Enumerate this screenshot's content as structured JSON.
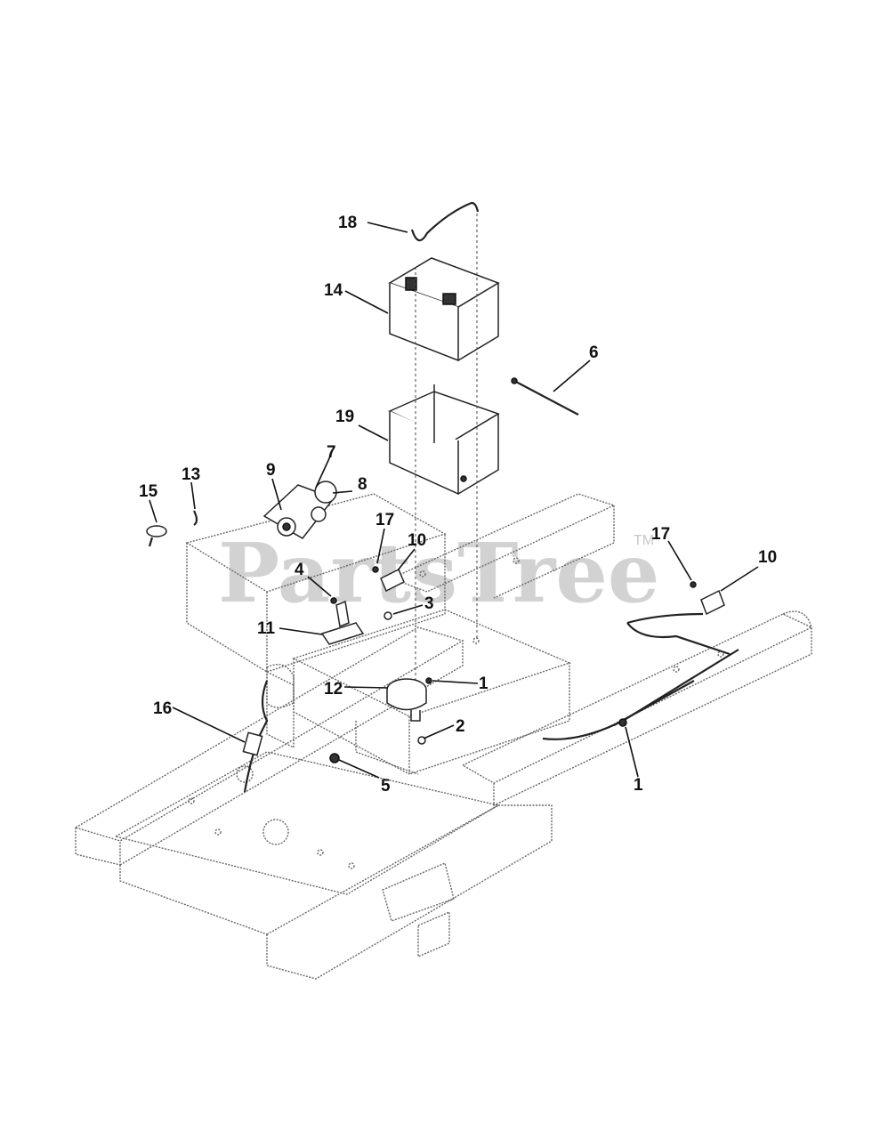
{
  "watermark": {
    "text": "PartsTree",
    "trademark": "TM"
  },
  "callouts": [
    {
      "id": "c18",
      "label": "18",
      "part": "battery-cable"
    },
    {
      "id": "c14",
      "label": "14",
      "part": "battery"
    },
    {
      "id": "c6",
      "label": "6",
      "part": "tie-strap"
    },
    {
      "id": "c19",
      "label": "19",
      "part": "battery-tray"
    },
    {
      "id": "c7",
      "label": "7",
      "part": "switch-plate"
    },
    {
      "id": "c9",
      "label": "9",
      "part": "key-switch"
    },
    {
      "id": "c8",
      "label": "8",
      "part": "knob"
    },
    {
      "id": "c15",
      "label": "15",
      "part": "key"
    },
    {
      "id": "c13",
      "label": "13",
      "part": "clip"
    },
    {
      "id": "c17a",
      "label": "17",
      "part": "screw"
    },
    {
      "id": "c10a",
      "label": "10",
      "part": "switch"
    },
    {
      "id": "c4",
      "label": "4",
      "part": "screw"
    },
    {
      "id": "c3",
      "label": "3",
      "part": "nut"
    },
    {
      "id": "c11",
      "label": "11",
      "part": "switch-bracket"
    },
    {
      "id": "c12",
      "label": "12",
      "part": "solenoid"
    },
    {
      "id": "c1a",
      "label": "1",
      "part": "screw"
    },
    {
      "id": "c2",
      "label": "2",
      "part": "washer"
    },
    {
      "id": "c16",
      "label": "16",
      "part": "wire-harness-connector"
    },
    {
      "id": "c5",
      "label": "5",
      "part": "nut"
    },
    {
      "id": "c17b",
      "label": "17",
      "part": "screw"
    },
    {
      "id": "c10b",
      "label": "10",
      "part": "switch"
    },
    {
      "id": "c1b",
      "label": "1",
      "part": "screw"
    }
  ]
}
